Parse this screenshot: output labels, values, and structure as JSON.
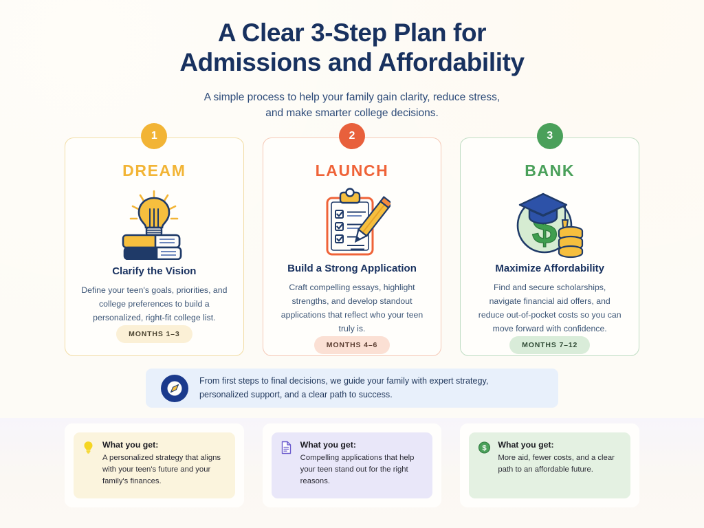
{
  "header": {
    "title_line1": "A Clear 3-Step Plan for",
    "title_line2": "Admissions and Affordability",
    "subtitle_line1": "A simple process to help your family gain clarity, reduce stress,",
    "subtitle_line2": "and make smarter college decisions."
  },
  "steps": [
    {
      "badge": "1",
      "tag": "DREAM",
      "icon": "lightbulb-on-books-icon",
      "heading": "Clarify the Vision",
      "body": "Define your teen's goals, priorities, and college preferences to build a personalized, right-fit college list.",
      "pill": "MONTHS 1–3",
      "accent": "#f2b435",
      "border": "#f2dda6",
      "pill_bg": "#fbf0d6"
    },
    {
      "badge": "2",
      "tag": "LAUNCH",
      "icon": "clipboard-checklist-pencil-icon",
      "heading": "Build a Strong Application",
      "body": "Craft compelling essays, highlight strengths, and develop standout applications that reflect who your teen truly is.",
      "pill": "MONTHS 4–6",
      "accent": "#ef6338",
      "border": "#f5c8b6",
      "pill_bg": "#fbe0d4"
    },
    {
      "badge": "3",
      "tag": "BANK",
      "icon": "graduation-dollar-coins-icon",
      "heading": "Maximize Affordability",
      "body": "Find and secure scholarships, navigate financial aid offers, and reduce out-of-pocket costs so you can move forward with confidence.",
      "pill": "MONTHS 7–12",
      "accent": "#4aa05a",
      "border": "#bfddc3",
      "pill_bg": "#d9ecd9"
    }
  ],
  "banner": {
    "icon": "compass-leaf-icon",
    "icon_bg": "#1b3a8c",
    "background": "#e8f0fb",
    "line1": "From first steps to final decisions, we guide your family with expert strategy,",
    "line2": "personalized support, and a clear path to success."
  },
  "outcomes": [
    {
      "icon": "lightbulb-icon",
      "label": "What you get:",
      "text": "A personalized strategy that aligns with your teen's future and your family's finances.",
      "background": "#fbf4dd"
    },
    {
      "icon": "document-icon",
      "label": "What you get:",
      "text": "Compelling applications that help your teen stand out for the right reasons.",
      "background": "#e9e7f9"
    },
    {
      "icon": "dollar-circle-icon",
      "label": "What you get:",
      "text": "More aid, fewer costs, and a clear path to an affordable future.",
      "background": "#e4f1e2"
    }
  ]
}
